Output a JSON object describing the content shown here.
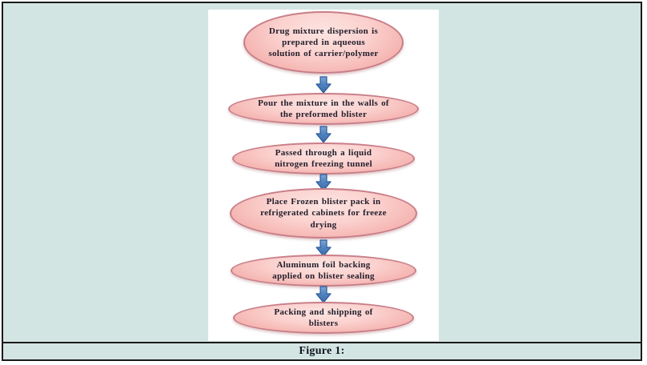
{
  "figure": {
    "caption_label": "Figure 1:",
    "flowchart": {
      "steps": [
        "Drug mixture dispersion is prepared in aqueous solution of carrier/polymer",
        "Pour the mixture in the walls of the preformed blister",
        "Passed through a liquid nitrogen freezing tunnel",
        "Place Frozen blister pack in refrigerated cabinets for freeze drying",
        "Aluminum foil backing applied on blister sealing",
        "Packing and shipping of blisters"
      ]
    },
    "colors": {
      "page_background": "#d3e5e2",
      "panel_background": "#ffffff",
      "ellipse_fill_center": "#fde4e1",
      "ellipse_fill_edge": "#eea09c",
      "ellipse_border": "#c87e88",
      "arrow_fill": "#4f81bd",
      "arrow_border": "#2b5c9b",
      "frame_border": "#1a1a1a",
      "text_color": "#211d2b"
    }
  }
}
